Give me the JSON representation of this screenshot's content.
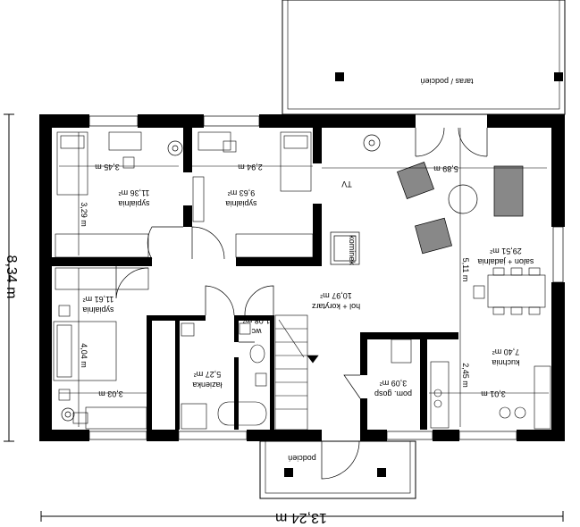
{
  "plan": {
    "overall_height": "8,34 m",
    "overall_width": "13,24 m",
    "terrace": "taras / podcień",
    "porch": "podcień",
    "tv": "TV",
    "fireplace": "kominek",
    "rooms": [
      {
        "name": "sypialnia",
        "area": "11,36 m²"
      },
      {
        "name": "sypialnia",
        "area": "9,63 m²"
      },
      {
        "name": "sypialnia",
        "area": "11,61 m²"
      },
      {
        "name": "hol + korytarz",
        "area": "10,97 m²"
      },
      {
        "name": "wc",
        "area": "1,08 m²"
      },
      {
        "name": "łazienka",
        "area": "5,27 m²"
      },
      {
        "name": "pom. gosp",
        "area": "3,09 m²"
      },
      {
        "name": "kuchnia",
        "area": "7,40 m²"
      },
      {
        "name": "salon + jadalnia",
        "area": "29,51 m²"
      }
    ],
    "dimensions": [
      "3,45 m",
      "3,29 m",
      "2,94 m",
      "5,89 m",
      "4,04 m",
      "3,03 m",
      "2,45 m",
      "3,01 m",
      "5,11 m"
    ]
  }
}
